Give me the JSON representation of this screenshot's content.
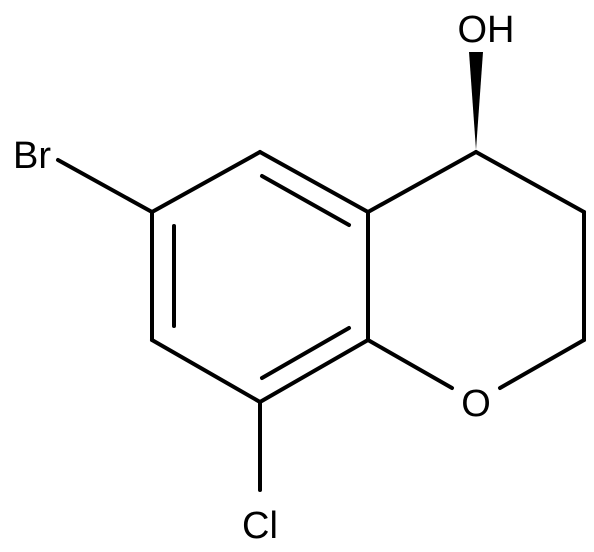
{
  "atoms": {
    "hydroxyl": "OH",
    "bromine": "Br",
    "ring_oxygen": "O",
    "chlorine": "Cl"
  },
  "colors": {
    "ink": "#000000",
    "background": "#ffffff"
  }
}
